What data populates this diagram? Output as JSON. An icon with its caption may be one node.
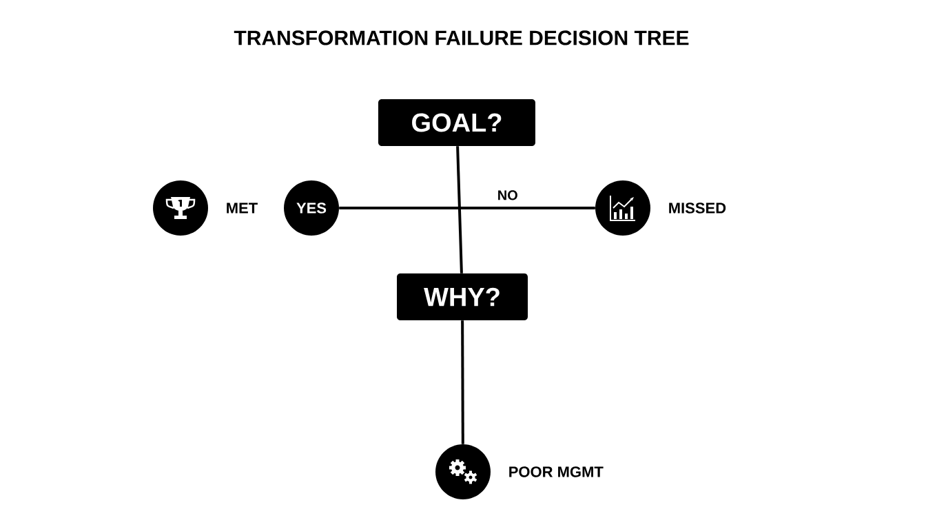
{
  "diagram": {
    "title": "TRANSFORMATION FAILURE DECISION TREE",
    "nodes": [
      {
        "text": [
          "GOAL?"
        ]
      },
      {
        "text": [
          "YES"
        ]
      },
      {
        "text": [],
        "shape": "circle",
        "beside": [
          "MET"
        ]
      },
      {
        "text": [],
        "shape": "circle",
        "beside": [
          "MISSED"
        ]
      },
      {
        "text": [
          "WHY?"
        ]
      },
      {
        "text": [],
        "shape": "circle",
        "beside": [
          "POOR MGMT"
        ]
      }
    ],
    "edges": [
      {
        "from": 0,
        "to": 4,
        "arrow": "none"
      },
      {
        "from": 1,
        "to": 3,
        "arrow": "none",
        "label": "NO"
      },
      {
        "from": 4,
        "to": 5,
        "arrow": "none"
      }
    ]
  }
}
